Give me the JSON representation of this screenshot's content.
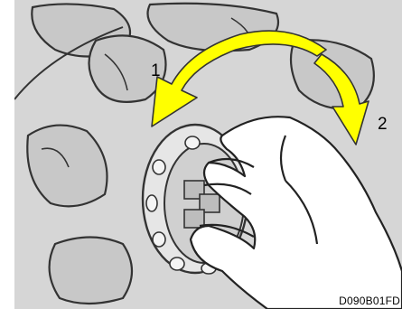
{
  "figure": {
    "step_1": "1",
    "step_2": "2",
    "figure_code": "D090B01FD"
  },
  "colors": {
    "background": "#d6d6d6",
    "arrow": "#ffff00",
    "outline": "#333333",
    "hand": "#ffffff"
  },
  "icons": {
    "wheel": "wheel-cover-icon",
    "hand": "hand-icon",
    "arrow_1": "curved-arrow-left-icon",
    "arrow_2": "curved-arrow-down-icon"
  }
}
